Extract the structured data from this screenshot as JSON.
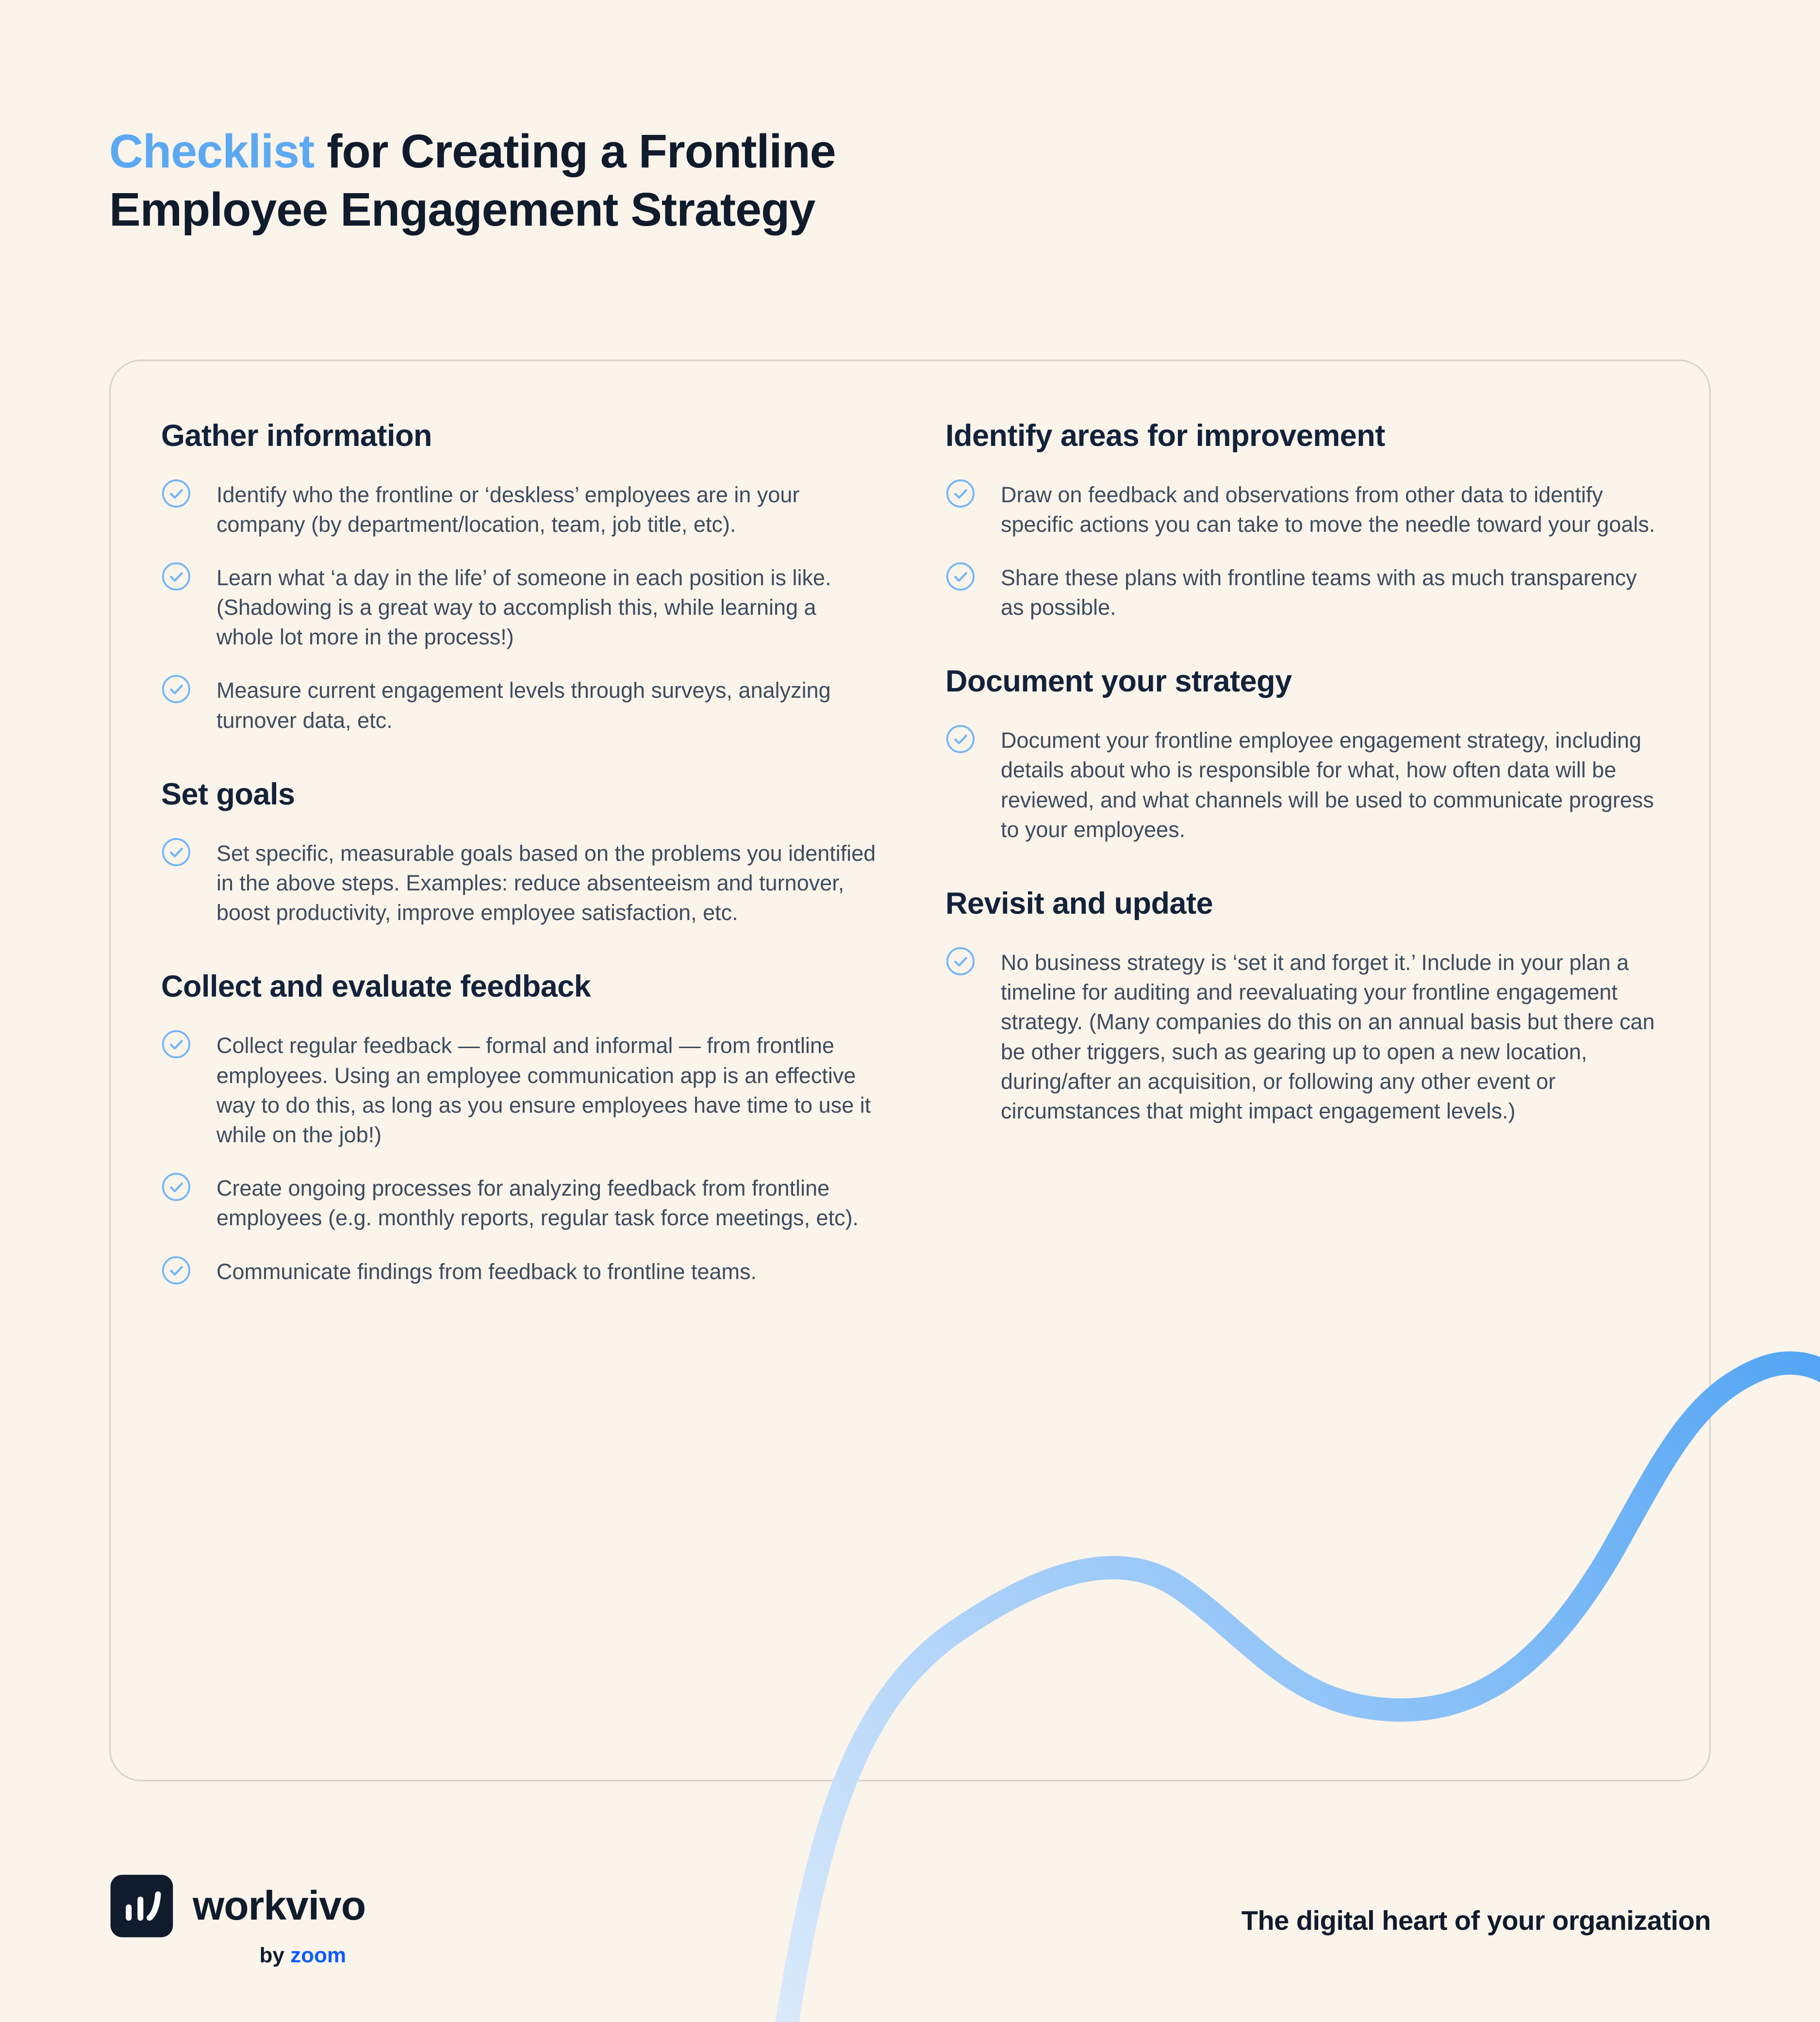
{
  "colors": {
    "background": "#FAF4EB",
    "accent_blue": "#5CA9F2",
    "navy": "#101B2C",
    "body_text": "#3E4C5E",
    "check_blue": "#74B6F7",
    "zoom_blue": "#0B5CFF",
    "card_border": "#D8D1C5"
  },
  "title": {
    "highlight": "Checklist",
    "rest_line1": " for Creating a Frontline",
    "line2": "Employee Engagement Strategy"
  },
  "checklist": {
    "left": [
      {
        "heading": "Gather information",
        "items": [
          "Identify who the frontline or ‘deskless’ employees are in your company (by department/location, team, job title, etc).",
          "Learn what ‘a day in the life’ of someone in each position is like. (Shadowing is a great way to accomplish this, while learning a whole lot more in the process!)",
          "Measure current engagement levels through surveys, analyzing turnover data, etc."
        ]
      },
      {
        "heading": "Set goals",
        "items": [
          "Set specific, measurable goals based on the problems you identified in the above steps. Examples: reduce absenteeism and turnover, boost productivity, improve employee satisfaction, etc."
        ]
      },
      {
        "heading": "Collect and evaluate feedback",
        "items": [
          "Collect regular feedback — formal and informal — from frontline employees. Using an employee communication app is an effective way to do this, as long as you ensure employees have time to use it while on the job!)",
          "Create ongoing processes for analyzing feedback from frontline employees (e.g. monthly reports, regular task force meetings, etc).",
          "Communicate findings from feedback to frontline teams."
        ]
      }
    ],
    "right": [
      {
        "heading": "Identify areas for improvement",
        "items": [
          "Draw on feedback and observations from other data to identify specific actions you can take to move the needle toward your goals.",
          "Share these plans with frontline teams with as much transparency as possible."
        ]
      },
      {
        "heading": "Document your strategy",
        "items": [
          "Document your frontline employee engagement strategy, including details about who is responsible for what, how often data will be reviewed, and what channels will be used to communicate progress to your employees."
        ]
      },
      {
        "heading": "Revisit and update",
        "items": [
          "No business strategy is ‘set it and forget it.’ Include in your plan a timeline for auditing and reevaluating your frontline engagement strategy. (Many companies do this on an annual basis but there can be other triggers, such as gearing up to open a new location, during/after an acquisition, or following any other event or circumstances that might impact engagement levels.)"
        ]
      }
    ]
  },
  "footer": {
    "brand": "workvivo",
    "by": "by ",
    "zoom": "zoom",
    "tagline": "The digital heart of your organization"
  }
}
